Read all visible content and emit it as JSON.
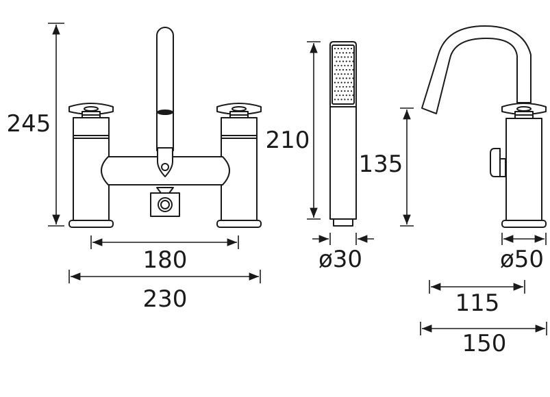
{
  "dimensions": {
    "bath_mixer_height": "245",
    "bath_mixer_centres": "180",
    "bath_mixer_width": "230",
    "handset_length": "210",
    "handset_diameter": "ø30",
    "spout_height": "135",
    "spout_base_diameter": "ø50",
    "spout_projection": "115",
    "spout_overall_width": "150"
  },
  "colors": {
    "line": "#1a1a1a",
    "background": "#ffffff"
  }
}
